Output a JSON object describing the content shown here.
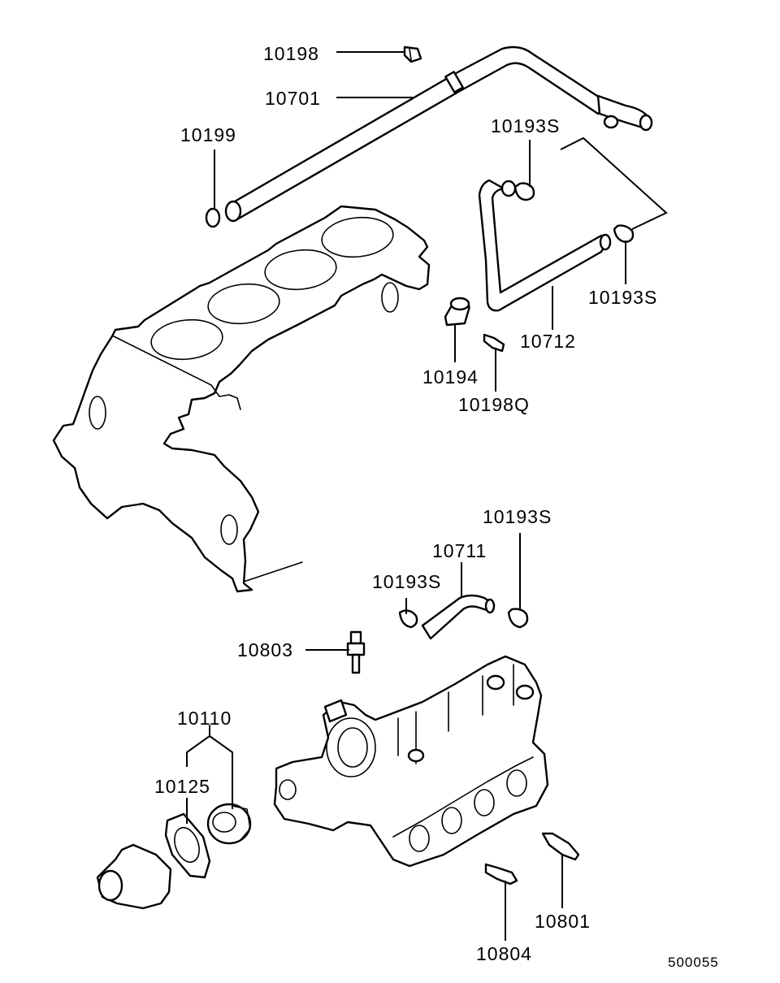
{
  "figure_number": "500055",
  "callouts": [
    {
      "id": "10198",
      "text": "10198"
    },
    {
      "id": "10701",
      "text": "10701"
    },
    {
      "id": "10199",
      "text": "10199"
    },
    {
      "id": "10193S_a",
      "text": "10193S"
    },
    {
      "id": "10193S_b",
      "text": "10193S"
    },
    {
      "id": "10712",
      "text": "10712"
    },
    {
      "id": "10194",
      "text": "10194"
    },
    {
      "id": "10198Q",
      "text": "10198Q"
    },
    {
      "id": "10193S_c",
      "text": "10193S"
    },
    {
      "id": "10711",
      "text": "10711"
    },
    {
      "id": "10193S_d",
      "text": "10193S"
    },
    {
      "id": "10803",
      "text": "10803"
    },
    {
      "id": "10110",
      "text": "10110"
    },
    {
      "id": "10125",
      "text": "10125"
    },
    {
      "id": "10801",
      "text": "10801"
    },
    {
      "id": "10804",
      "text": "10804"
    }
  ]
}
